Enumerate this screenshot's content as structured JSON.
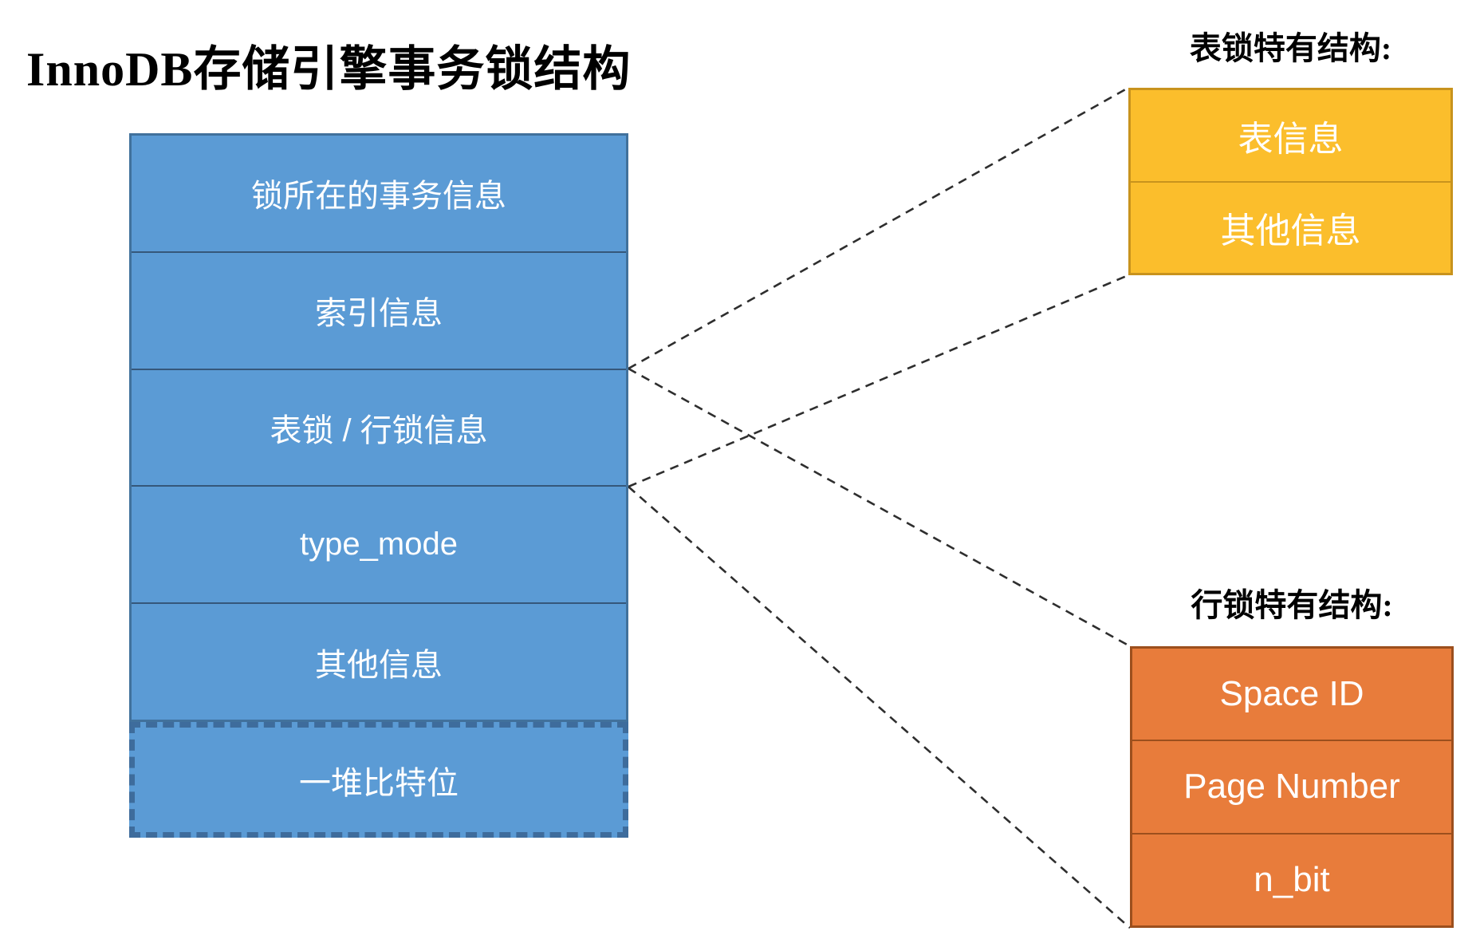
{
  "title": "InnoDB存储引擎事务锁结构",
  "main_structure": {
    "rows": [
      "锁所在的事务信息",
      "索引信息",
      "表锁 / 行锁信息",
      "type_mode",
      "其他信息",
      "一堆比特位"
    ]
  },
  "table_lock": {
    "caption": "表锁特有结构:",
    "rows": [
      "表信息",
      "其他信息"
    ]
  },
  "row_lock": {
    "caption": "行锁特有结构:",
    "rows": [
      "Space ID",
      "Page Number",
      "n_bit"
    ]
  },
  "colors": {
    "main_fill": "#5b9bd5",
    "main_border": "#41719c",
    "main_dashed_border": "#3e6c9c",
    "table_lock_fill": "#fbbe2c",
    "table_lock_border": "#c8931d",
    "row_lock_fill": "#e87c3b",
    "row_lock_border": "#9c4f1d",
    "connector_line": "#2e2e2e",
    "box_text": "#ffffff",
    "title_text": "#000000"
  }
}
